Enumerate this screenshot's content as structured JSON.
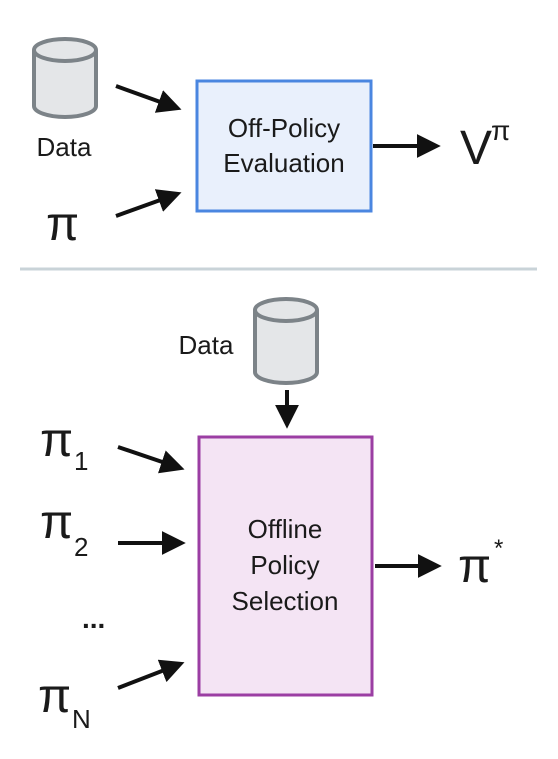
{
  "top": {
    "data_label": "Data",
    "policy_symbol": "π",
    "box_line1": "Off-Policy",
    "box_line2": "Evaluation",
    "output_main": "V",
    "output_sup": "π",
    "box_border_color": "#4a86e0",
    "box_fill_color": "#e9f0fc"
  },
  "divider_color": "#c9d3d8",
  "bottom": {
    "data_label": "Data",
    "policies": [
      {
        "symbol": "π",
        "subscript": "1"
      },
      {
        "symbol": "π",
        "subscript": "2"
      },
      {
        "symbol": "π",
        "subscript": "N"
      }
    ],
    "ellipsis": "...",
    "box_line1": "Offline",
    "box_line2": "Policy",
    "box_line3": "Selection",
    "output_main": "π",
    "output_sup": "*",
    "box_border_color": "#9b3ea3",
    "box_fill_color": "#f4e4f4"
  },
  "icons": {
    "top_database": "database-icon",
    "bottom_database": "database-icon",
    "database_fill": "#e4e6e8",
    "database_stroke": "#7c8388"
  }
}
